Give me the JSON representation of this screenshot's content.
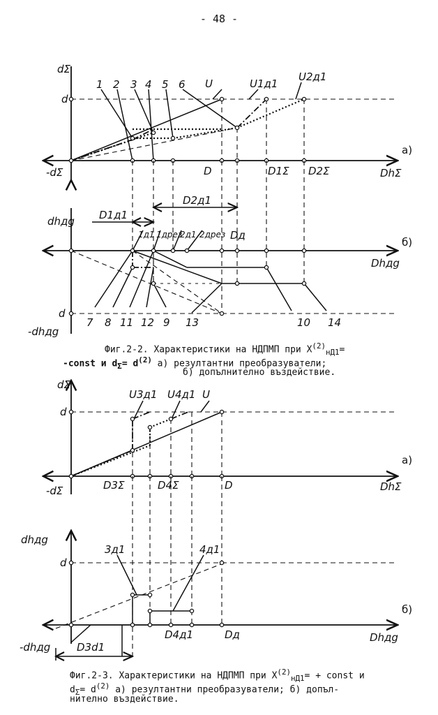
{
  "page_number": "- 48 -",
  "figure_2_2": {
    "caption_line1": "Фиг.2-2. Характеристики на НДПМП при X",
    "caption_x_sup": "(2)",
    "caption_x_sub": "нД1",
    "caption_eq": "=",
    "caption_line2_a": "-const и d",
    "caption_line2_b": "= d",
    "caption_line2_c": " а) резултантни преобразуватели;",
    "caption_line3": "б) допълнително въздействие.",
    "sup": "(2)",
    "sub_sigma": "Σ",
    "panel_a": {
      "y_axis": "dΣ",
      "d_label": "d",
      "neg_label": "-dΣ",
      "x_axis": "DhΣ",
      "curve_labels": [
        "U",
        "U1д1",
        "U2д1"
      ],
      "numbers": [
        "1",
        "2",
        "3",
        "4",
        "5",
        "6"
      ],
      "x_ticks": [
        "D",
        "D1Σ",
        "D2Σ"
      ],
      "panel_letter": "а)"
    },
    "panel_b": {
      "y_axis": "dhдg",
      "d_label": "d",
      "neg_label": "-dhдg",
      "x_axis": "Dhдg",
      "dims": [
        "D2д1",
        "D1д1"
      ],
      "top_labels": [
        "1д1",
        "1дрез",
        "2д1",
        "2дрез",
        "Dд"
      ],
      "numbers": [
        "7",
        "8",
        "11",
        "12",
        "9",
        "13",
        "10",
        "14"
      ],
      "panel_letter": "б)"
    }
  },
  "figure_2_3": {
    "caption_line1": "Фиг.2-3. Характеристики на НДПМП при X",
    "caption_line1_end": "= + const и",
    "caption_line2_a": "d",
    "caption_line2_b": "= d",
    "caption_line2_c": " а) резултантни преобразуватели; б) допъл-",
    "caption_line3": "нително въздействие.",
    "panel_a": {
      "y_axis": "dΣ",
      "d_label": "d",
      "neg_label": "-dΣ",
      "x_axis": "DhΣ",
      "curve_labels": [
        "U3д1",
        "U4д1",
        "U"
      ],
      "x_ticks": [
        "D3Σ",
        "D4Σ",
        "D"
      ],
      "panel_letter": "а)"
    },
    "panel_b": {
      "y_axis": "dhдg",
      "d_label": "d",
      "neg_label": "-dhдg",
      "x_axis": "Dhдg",
      "labels": [
        "3д1",
        "4д1",
        "D4д1",
        "Dд",
        "D3d1"
      ],
      "panel_letter": "б)"
    }
  }
}
